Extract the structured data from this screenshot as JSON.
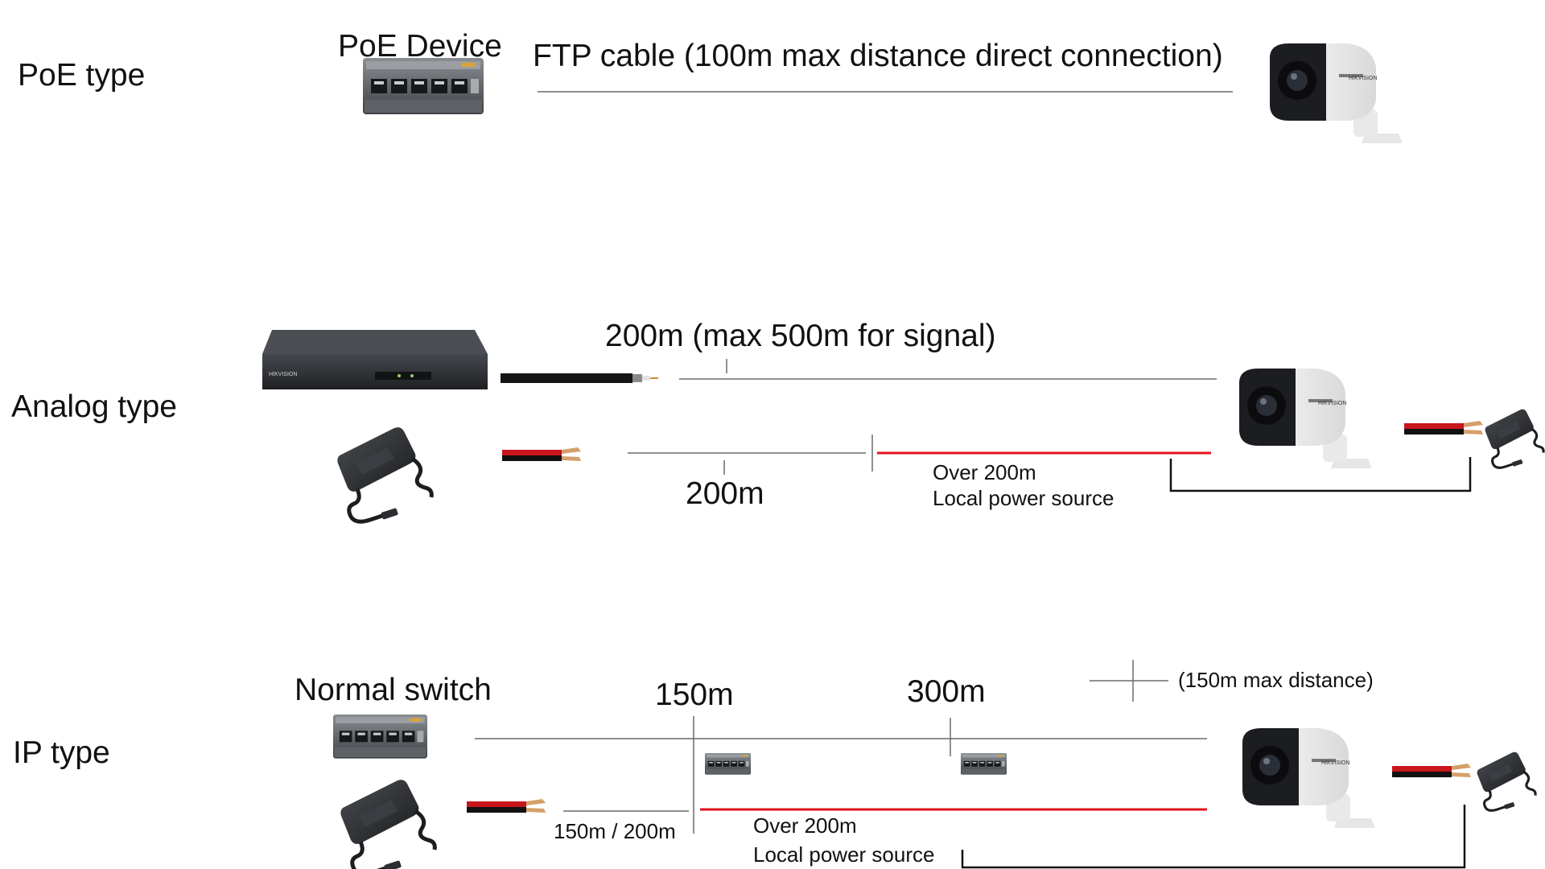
{
  "poe_row": {
    "title": "PoE type",
    "device_label": "PoE Device",
    "cable_label": "FTP cable (100m max distance direct connection)"
  },
  "analog_row": {
    "title": "Analog type",
    "signal_label": "200m  (max 500m for signal)",
    "power_distance_label": "200m",
    "power_note_line1": "Over 200m",
    "power_note_line2": "Local power source",
    "dvr_brand": "HIKVISION",
    "camera_brand": "HIKVISION"
  },
  "ip_row": {
    "title": "IP type",
    "switch_label": "Normal switch",
    "mark_150": "150m",
    "mark_300": "300m",
    "max_distance_note": "(150m max distance)",
    "power_distance_label": "150m / 200m",
    "power_note_line1": "Over 200m",
    "power_note_line2": "Local power source",
    "camera_brand": "HIKVISION"
  },
  "colors": {
    "line": "#6b6b6b",
    "power_red": "#e0151b",
    "device_dark": "#2b2d30",
    "camera_white": "#f2f2f2"
  }
}
